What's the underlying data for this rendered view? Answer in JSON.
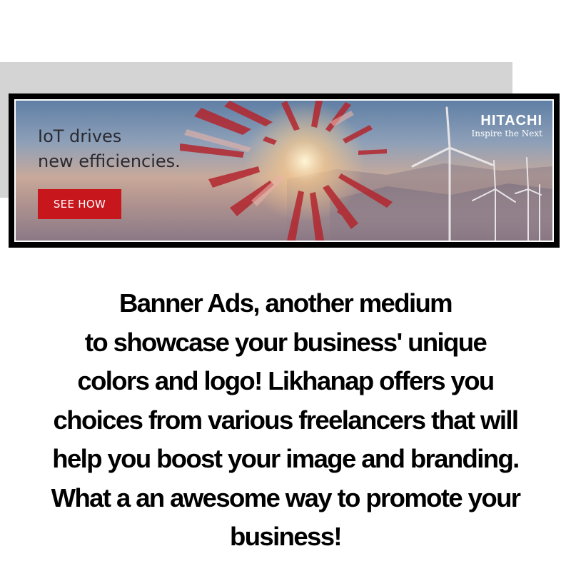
{
  "colors": {
    "frame": "#000000",
    "cta_background": "#c8161d",
    "cta_text": "#ffffff",
    "headline_text": "#2a2a30",
    "background_strip": "#d4d4d4"
  },
  "banner": {
    "headline_lines": [
      "IoT drives",
      "new efficiencies."
    ],
    "cta_label": "SEE HOW",
    "brand_name": "HITACHI",
    "brand_tagline": "Inspire the Next"
  },
  "body": {
    "lines": [
      "Banner Ads, another medium",
      "to showcase your business' unique",
      "colors and logo! Likhanap offers you",
      "choices from various freelancers that will",
      "help you boost your image and branding.",
      "What a an awesome way to promote your",
      "business!"
    ]
  }
}
